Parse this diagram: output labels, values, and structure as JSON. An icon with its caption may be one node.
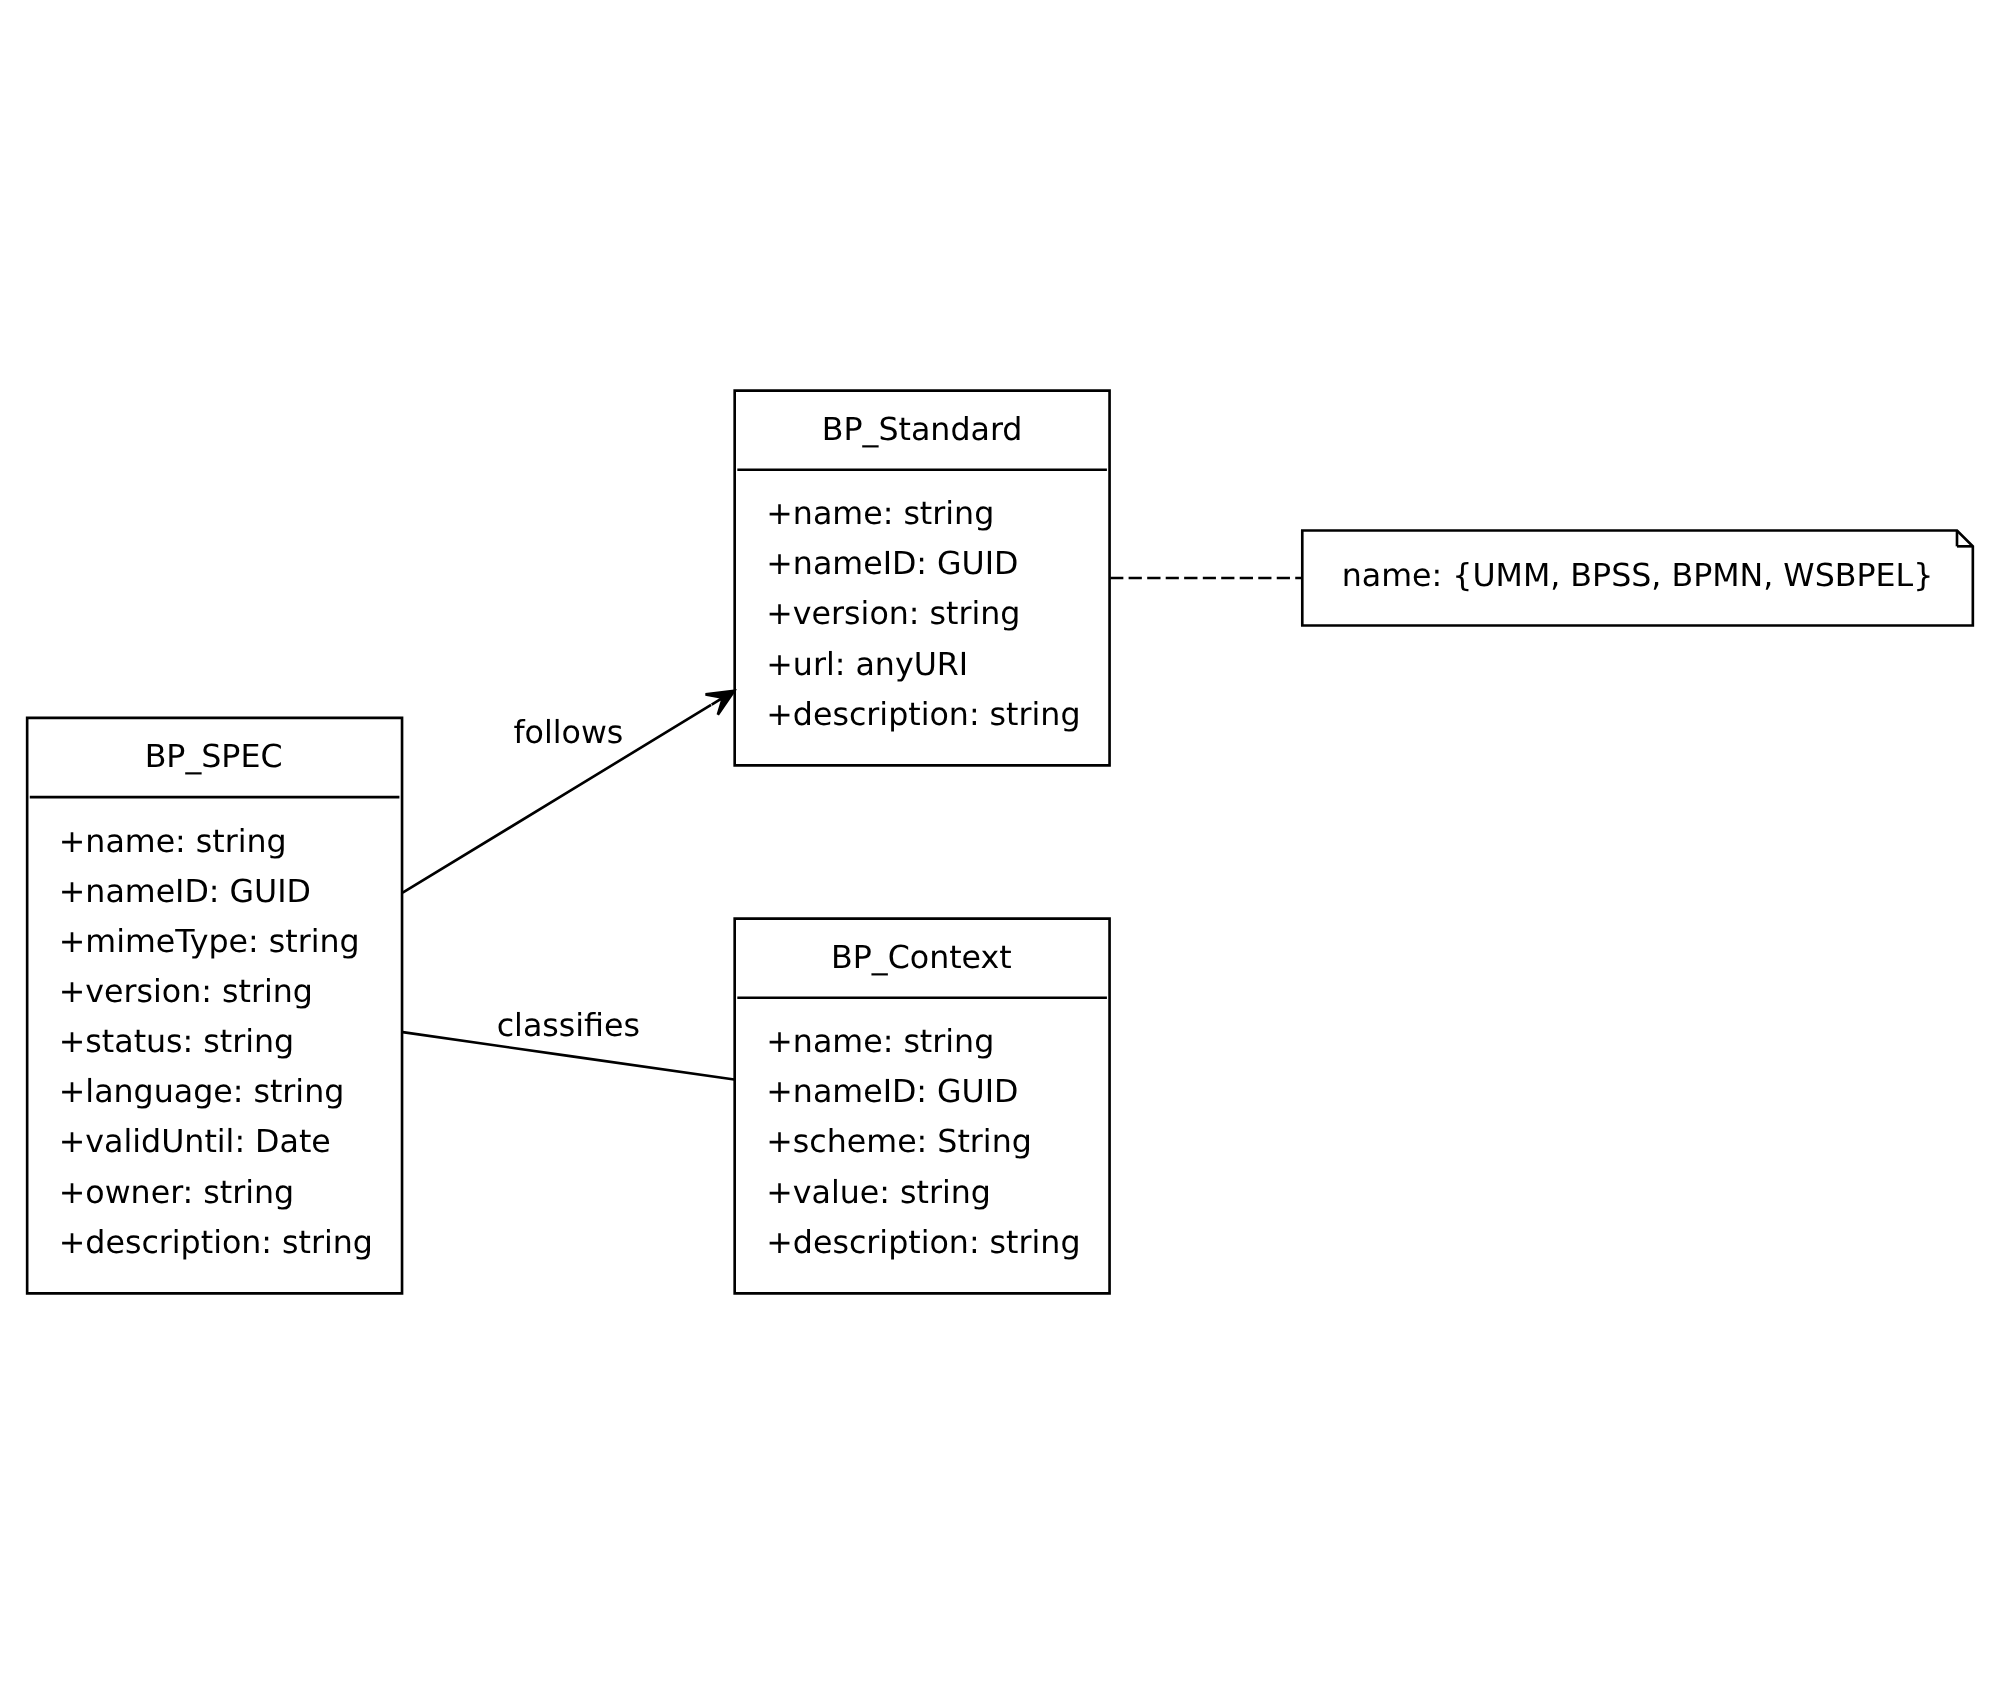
{
  "diagram": {
    "nodes": [
      {
        "text": [
          "BP_SPEC",
          "+name: string",
          "+nameID: GUID",
          "+mimeType: string",
          "+version: string",
          "+status: string",
          "+language: string",
          "+validUntil: Date",
          "+owner: string",
          "+description: string"
        ]
      },
      {
        "text": [
          "BP_Standard",
          "+name: string",
          "+nameID: GUID",
          "+version: string",
          "+url: anyURI",
          "+description: string"
        ]
      },
      {
        "text": [
          "name: {UMM, BPSS, BPMN, WSBPEL}"
        ]
      },
      {
        "text": [
          "BP_Context",
          "+name: string",
          "+nameID: GUID",
          "+scheme: String",
          "+value: string",
          "+description: string"
        ]
      }
    ],
    "edges": [
      {
        "from": 0,
        "to": 1,
        "arrow": "to",
        "label": "follows"
      },
      {
        "from": 1,
        "to": 2,
        "arrow": "none",
        "style": "dashed"
      },
      {
        "from": 0,
        "to": 3,
        "arrow": "none",
        "label": "classifies"
      }
    ]
  }
}
